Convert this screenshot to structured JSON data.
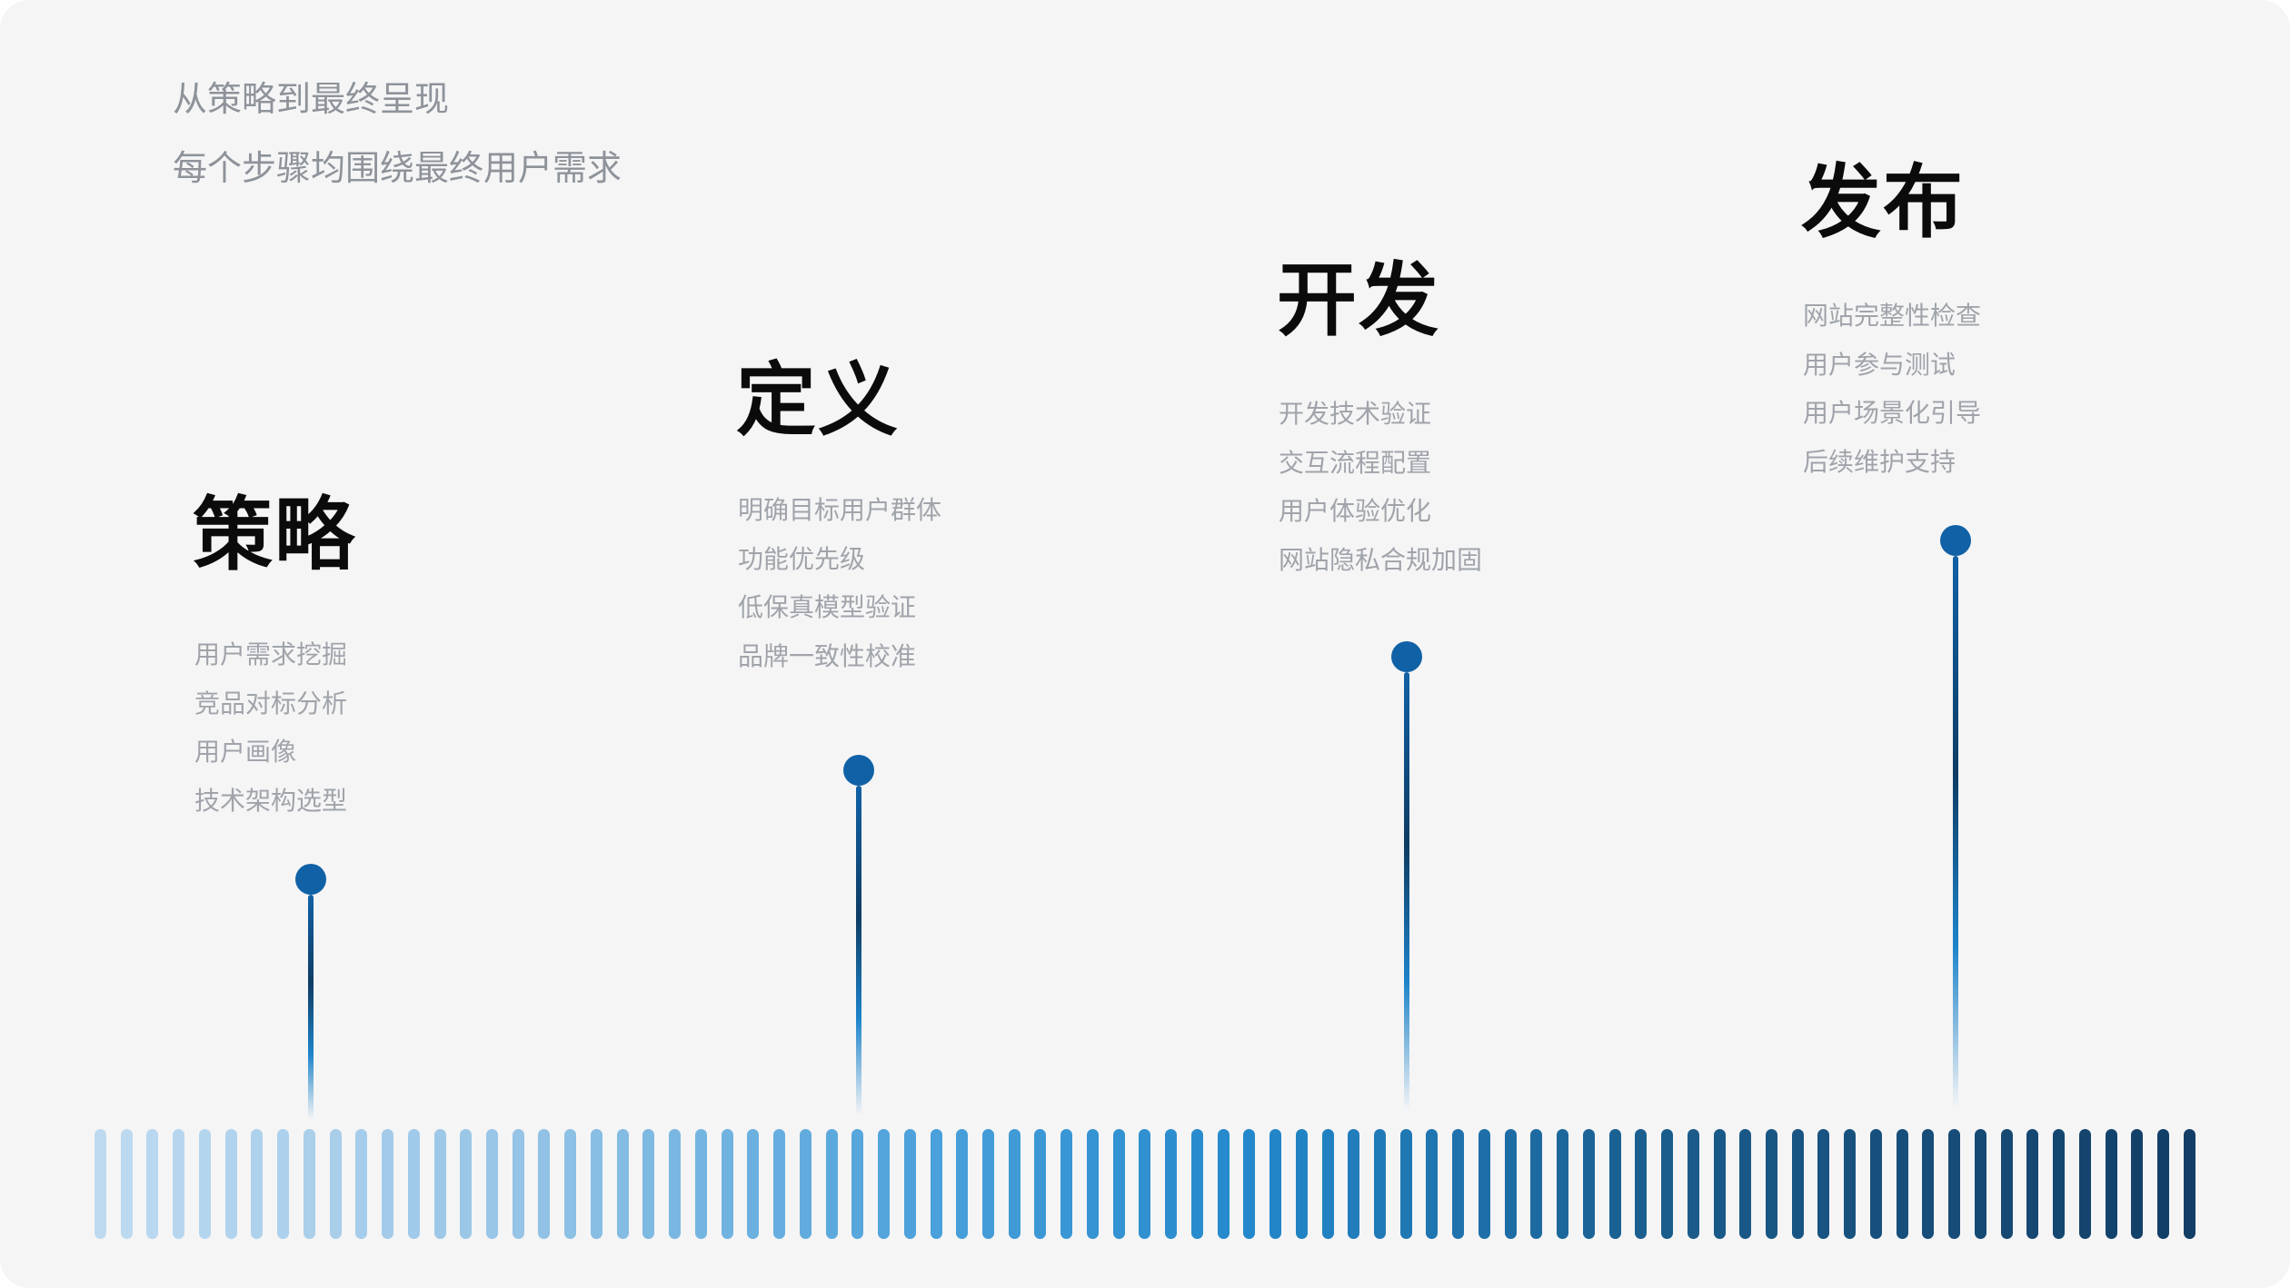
{
  "header": {
    "subtitle_lines": [
      "从策略到最终呈现",
      "每个步骤均围绕最终用户需求"
    ]
  },
  "stages": [
    {
      "title": "策略",
      "items": [
        "用户需求挖掘",
        "竞品对标分析",
        "用户画像",
        "技术架构选型"
      ]
    },
    {
      "title": "定义",
      "items": [
        "明确目标用户群体",
        "功能优先级",
        "低保真模型验证",
        "品牌一致性校准"
      ]
    },
    {
      "title": "开发",
      "items": [
        "开发技术验证",
        "交互流程配置",
        "用户体验优化",
        "网站隐私合规加固"
      ]
    },
    {
      "title": "发布",
      "items": [
        "网站完整性检查",
        "用户参与测试",
        "用户场景化引导",
        "后续维护支持"
      ]
    }
  ],
  "timeline": {
    "bar_count": 81,
    "bar_gradient": [
      {
        "t": 0.0,
        "color": "#bedaf0"
      },
      {
        "t": 0.2,
        "color": "#96c4e6"
      },
      {
        "t": 0.4,
        "color": "#49a0da"
      },
      {
        "t": 0.55,
        "color": "#2388cb"
      },
      {
        "t": 0.75,
        "color": "#1a5c8c"
      },
      {
        "t": 1.0,
        "color": "#123e66"
      }
    ]
  },
  "colors": {
    "page_bg": "#ffffff",
    "card_bg": "#f5f5f6",
    "subtitle_text": "#8e939a",
    "title_text": "#0b0b0c",
    "item_text": "#a0a4aa",
    "pin_dot": "#1161a6",
    "pin_line_dark": "#0e3c64",
    "pin_line_bright": "#1e84ca"
  }
}
